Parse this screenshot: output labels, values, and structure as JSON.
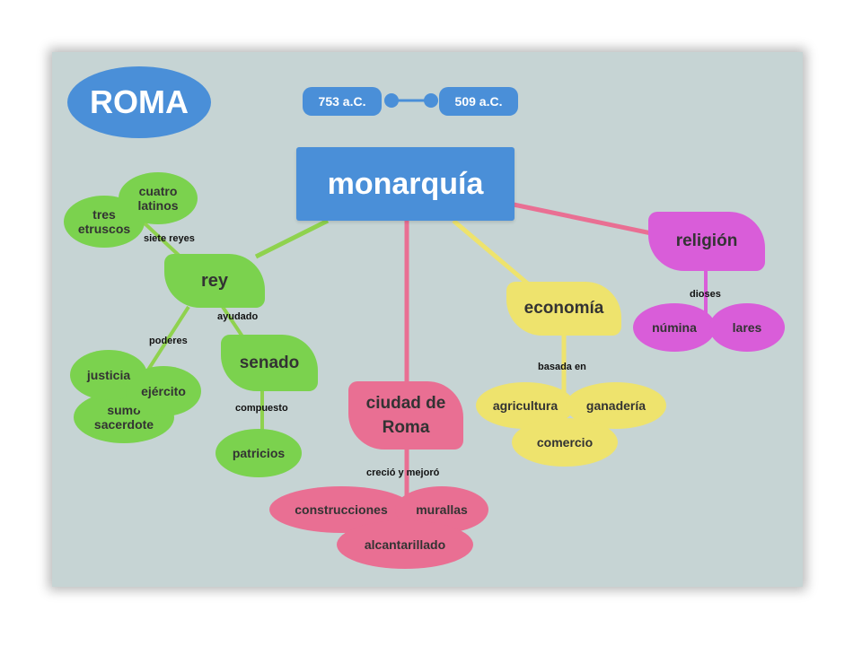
{
  "colors": {
    "background": "#c6d4d4",
    "blue": "#4a8fd8",
    "green": "#7bd24e",
    "pink": "#e96f93",
    "yellow": "#eee36d",
    "magenta": "#d95dd9"
  },
  "title": "ROMA",
  "timeline": {
    "start": "753 a.C.",
    "end": "509 a.C."
  },
  "center": "monarquía",
  "rey": {
    "label": "rey",
    "link_siete": "siete reyes",
    "tres": "tres etruscos",
    "cuatro": "cuatro latinos",
    "link_poderes": "poderes",
    "justicia": "justicia",
    "ejercito": "ejército",
    "sumo": "sumo sacerdote",
    "link_ayudado": "ayudado"
  },
  "senado": {
    "label": "senado",
    "link_compuesto": "compuesto",
    "patricios": "patricios"
  },
  "ciudad": {
    "label": "ciudad de Roma",
    "link": "creció y mejoró",
    "construcciones": "construcciones",
    "murallas": "murallas",
    "alcantarillado": "alcantarillado"
  },
  "economia": {
    "label": "economía",
    "link": "basada en",
    "agricultura": "agricultura",
    "ganaderia": "ganadería",
    "comercio": "comercio"
  },
  "religion": {
    "label": "religión",
    "link": "dioses",
    "numina": "númina",
    "lares": "lares"
  }
}
